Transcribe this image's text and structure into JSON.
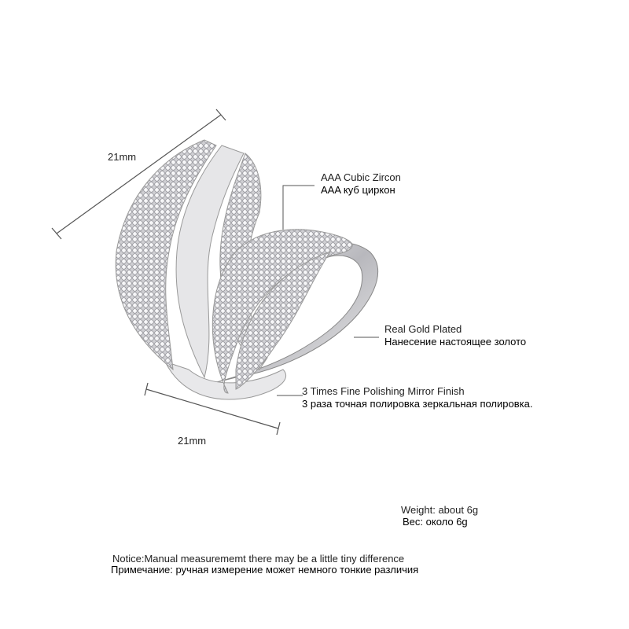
{
  "dimensions": {
    "height_label": "21mm",
    "width_label": "21mm"
  },
  "callouts": [
    {
      "en": "AAA Cubic Zircon",
      "ru": "AAA куб циркон"
    },
    {
      "en": "Real Gold Plated",
      "ru": "Нанесение настоящее золото"
    },
    {
      "en": "3 Times Fine Polishing Mirror Finish",
      "ru": "3 раза точная полировка зеркальная полировка."
    }
  ],
  "weight": {
    "en": "Weight: about  6g",
    "ru": "Вес: около  6g"
  },
  "notice": {
    "en": "Notice:Manual measurememt there may be a little tiny difference",
    "ru": "Примечание: ручная измерение может немного тонкие различия"
  },
  "colors": {
    "metal": "#d9d9dc",
    "line": "#555555"
  }
}
